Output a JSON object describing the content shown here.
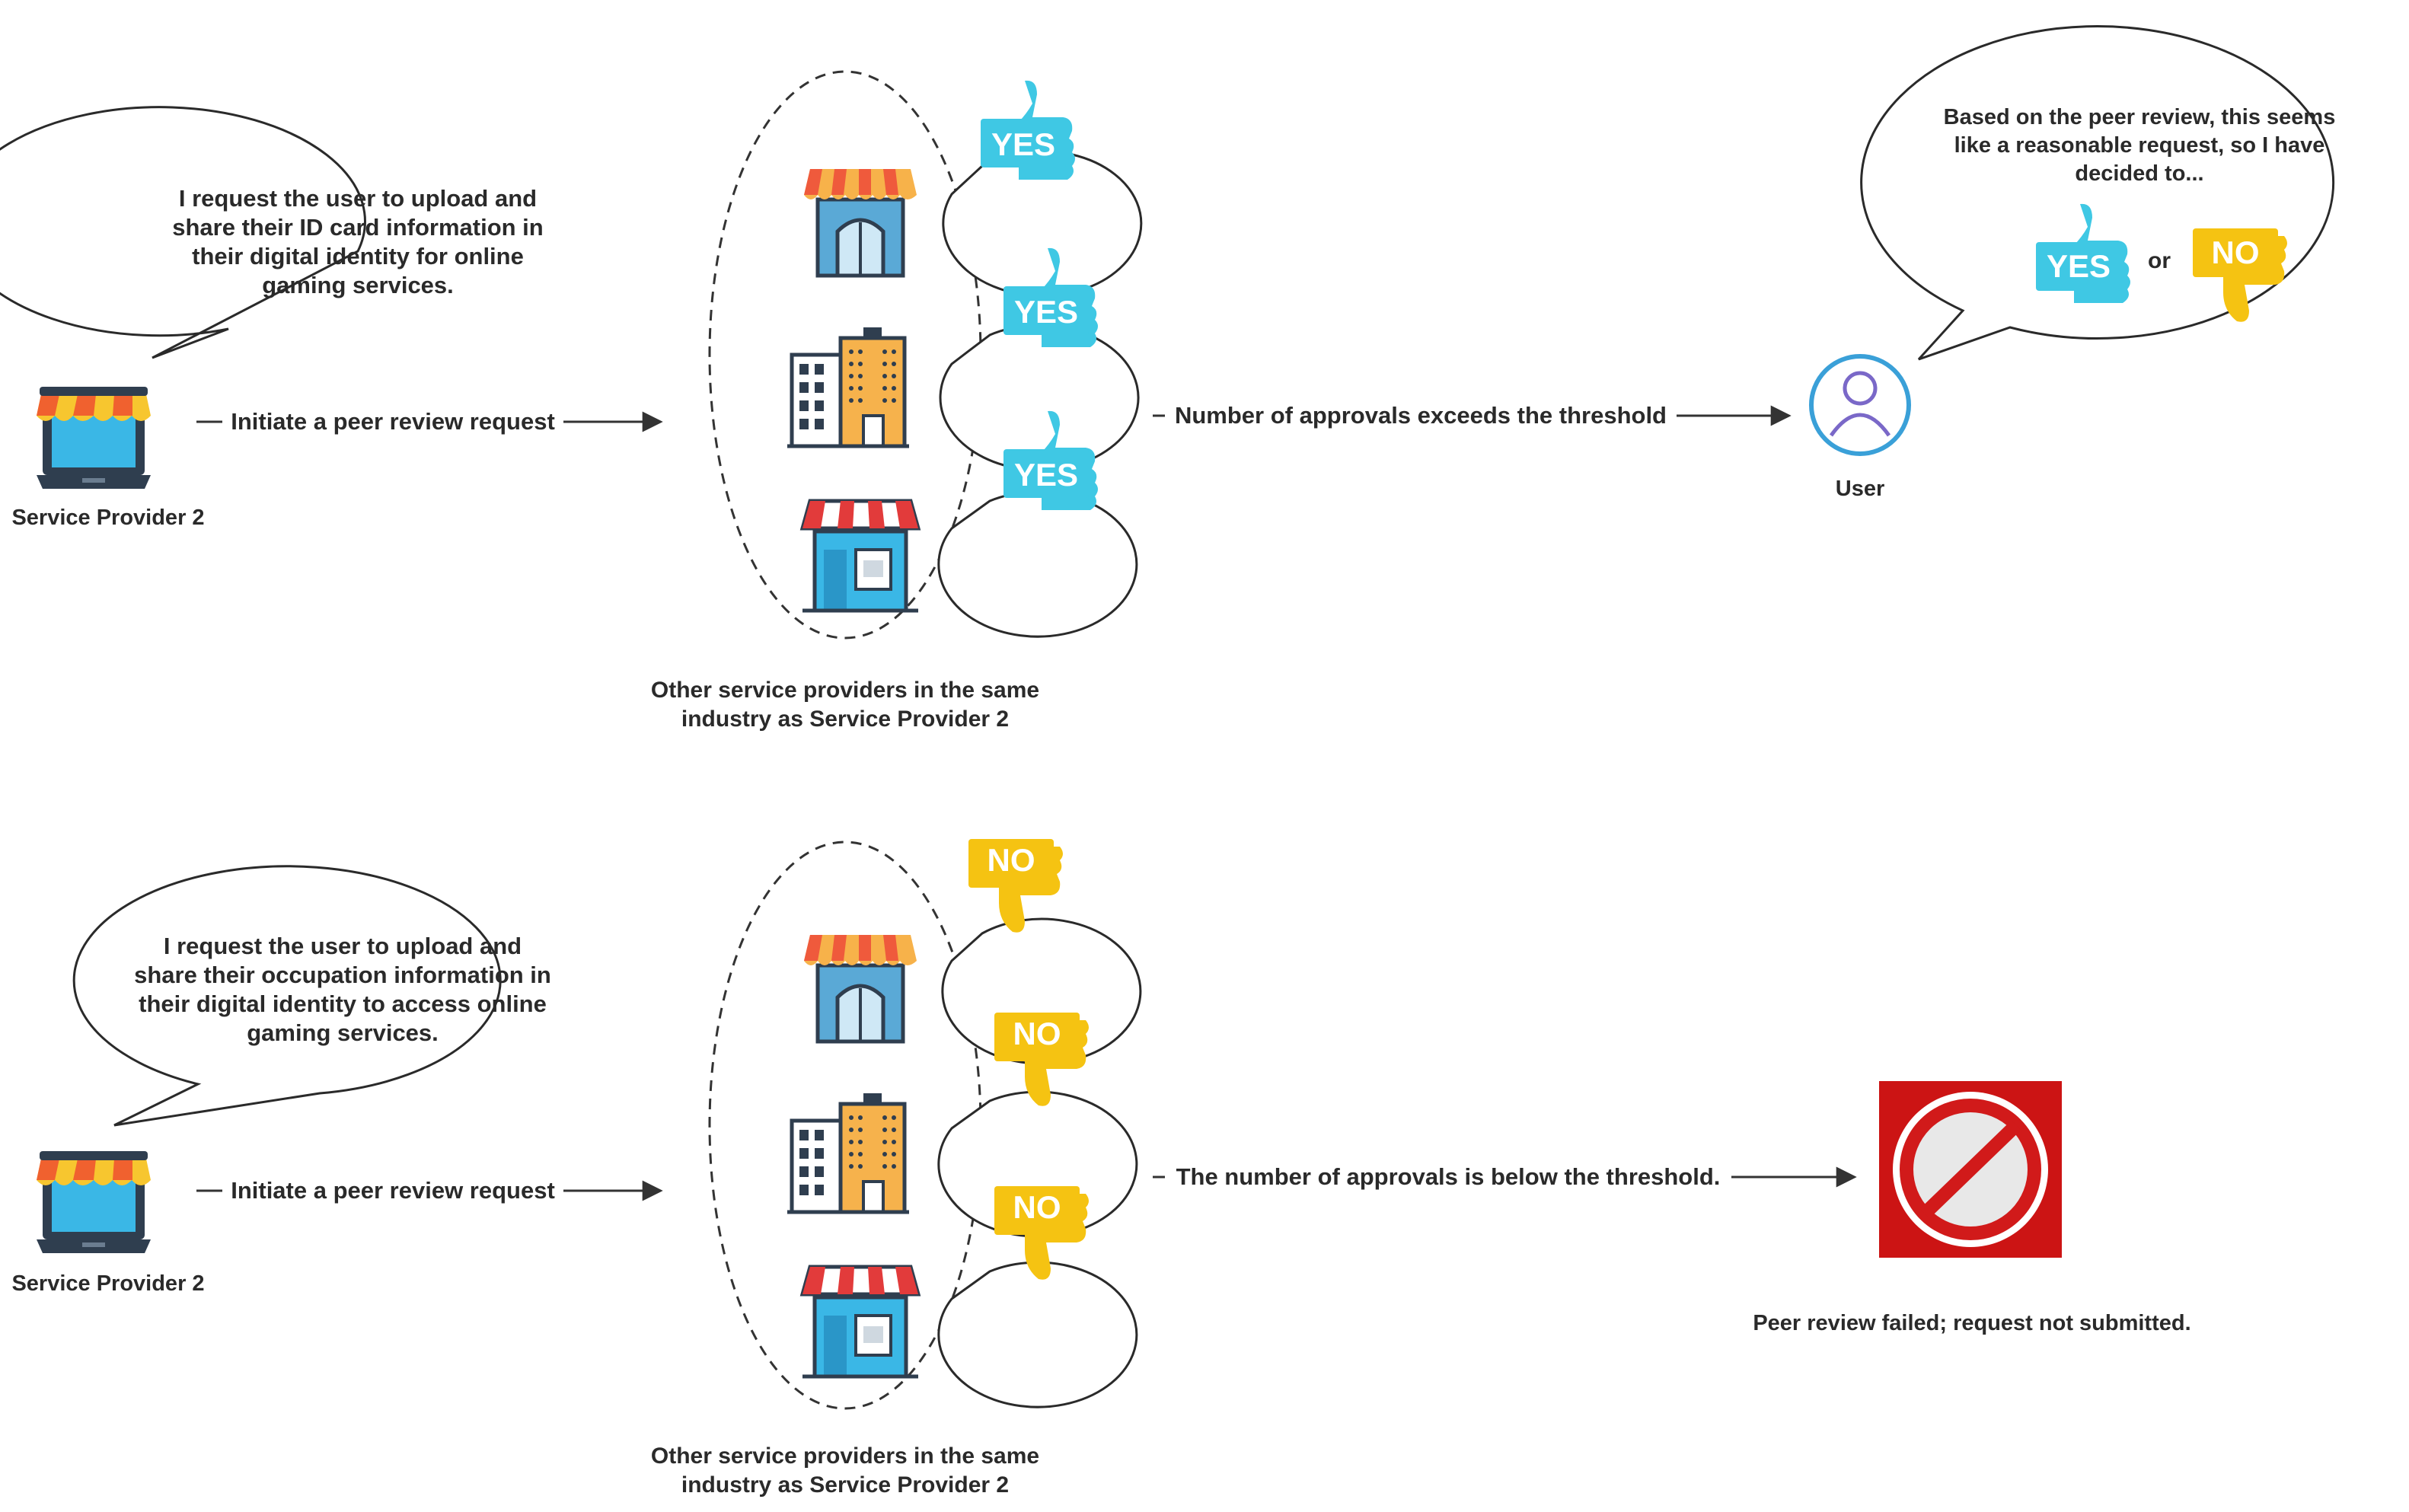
{
  "top": {
    "provider_label": "Service Provider 2",
    "speech": [
      "I request the user to upload and",
      "share their ID card information in",
      "their digital identity for online",
      "gaming services."
    ],
    "arrow_label": "Initiate a peer review request",
    "group_label": [
      "Other service providers in the same",
      "industry as Service Provider 2"
    ],
    "votes": [
      "YES",
      "YES",
      "YES"
    ],
    "result_arrow_label": "Number of approvals exceeds the threshold",
    "user_label": "User",
    "user_speech": [
      "Based on the peer review, this seems",
      "like a reasonable request, so I have",
      "decided to..."
    ],
    "choice_yes": "YES",
    "choice_or": "or",
    "choice_no": "NO"
  },
  "bottom": {
    "provider_label": "Service Provider 2",
    "speech": [
      "I request the user to upload and",
      "share their occupation information in",
      "their digital identity to access online",
      "gaming services."
    ],
    "arrow_label": "Initiate a peer review request",
    "group_label": [
      "Other service providers in the same",
      "industry as Service Provider 2"
    ],
    "votes": [
      "NO",
      "NO",
      "NO"
    ],
    "result_arrow_label": "The number of approvals is below the threshold.",
    "result_label": "Peer review failed; request not submitted."
  },
  "colors": {
    "yes_thumb": "#3fc8e4",
    "no_thumb": "#f5c312",
    "prohibit_bg": "#cc1414",
    "awning_orange": "#f59b2e",
    "user_ring": "#3aa0d8"
  }
}
